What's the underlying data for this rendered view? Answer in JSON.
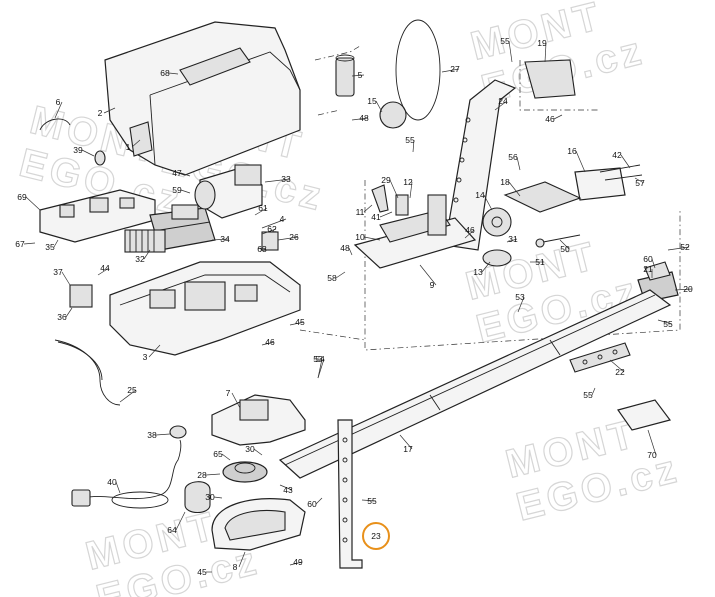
{
  "watermark": {
    "line1": "MONT",
    "line2": "EGO.cz"
  },
  "highlight_color": "#e8901a",
  "highlighted_label": "23",
  "labels": [
    "1",
    "2",
    "3",
    "4",
    "5",
    "6",
    "7",
    "8",
    "9",
    "10",
    "11",
    "12",
    "13",
    "14",
    "15",
    "16",
    "17",
    "18",
    "19",
    "20",
    "21",
    "22",
    "23",
    "24",
    "25",
    "26",
    "27",
    "28",
    "29",
    "30",
    "31",
    "32",
    "33",
    "34",
    "35",
    "36",
    "37",
    "38",
    "39",
    "40",
    "41",
    "42",
    "43",
    "44",
    "45",
    "46",
    "47",
    "48",
    "49",
    "50",
    "51",
    "52",
    "53",
    "54",
    "55",
    "56",
    "57",
    "58",
    "59",
    "60",
    "61",
    "62",
    "63",
    "64",
    "65",
    "67",
    "68",
    "69",
    "70"
  ]
}
